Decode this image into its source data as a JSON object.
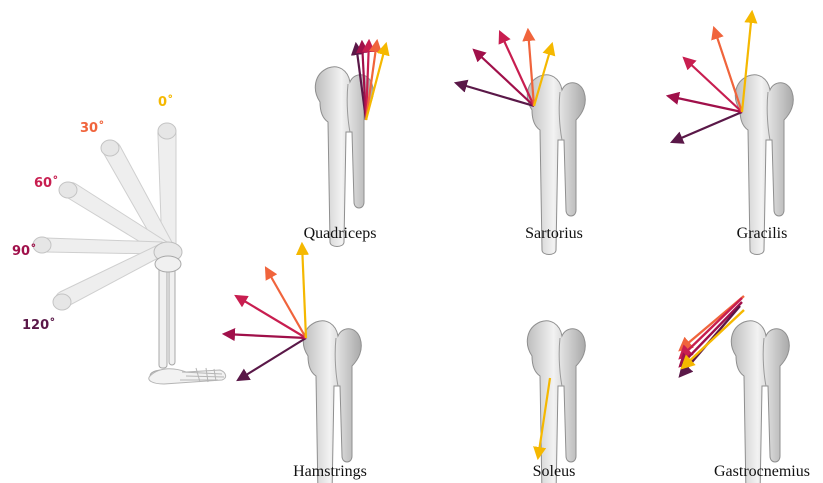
{
  "colors": {
    "deg0": "#f5b800",
    "deg30": "#f0643c",
    "deg60": "#c81e50",
    "deg90": "#a0104a",
    "deg120": "#5a1848",
    "bone_fill": "#e4e4e4",
    "bone_stroke": "#9a9a9a",
    "leg_fill": "#ededed",
    "leg_stroke": "#c8c8c8"
  },
  "angles": [
    {
      "label": "0˚",
      "color_key": "deg0"
    },
    {
      "label": "30˚",
      "color_key": "deg30"
    },
    {
      "label": "60˚",
      "color_key": "deg60"
    },
    {
      "label": "90˚",
      "color_key": "deg90"
    },
    {
      "label": "120˚",
      "color_key": "deg120"
    }
  ],
  "panels": [
    {
      "label": "Quadriceps"
    },
    {
      "label": "Sartorius"
    },
    {
      "label": "Gracilis"
    },
    {
      "label": "Hamstrings"
    },
    {
      "label": "Soleus"
    },
    {
      "label": "Gastrocnemius"
    }
  ]
}
